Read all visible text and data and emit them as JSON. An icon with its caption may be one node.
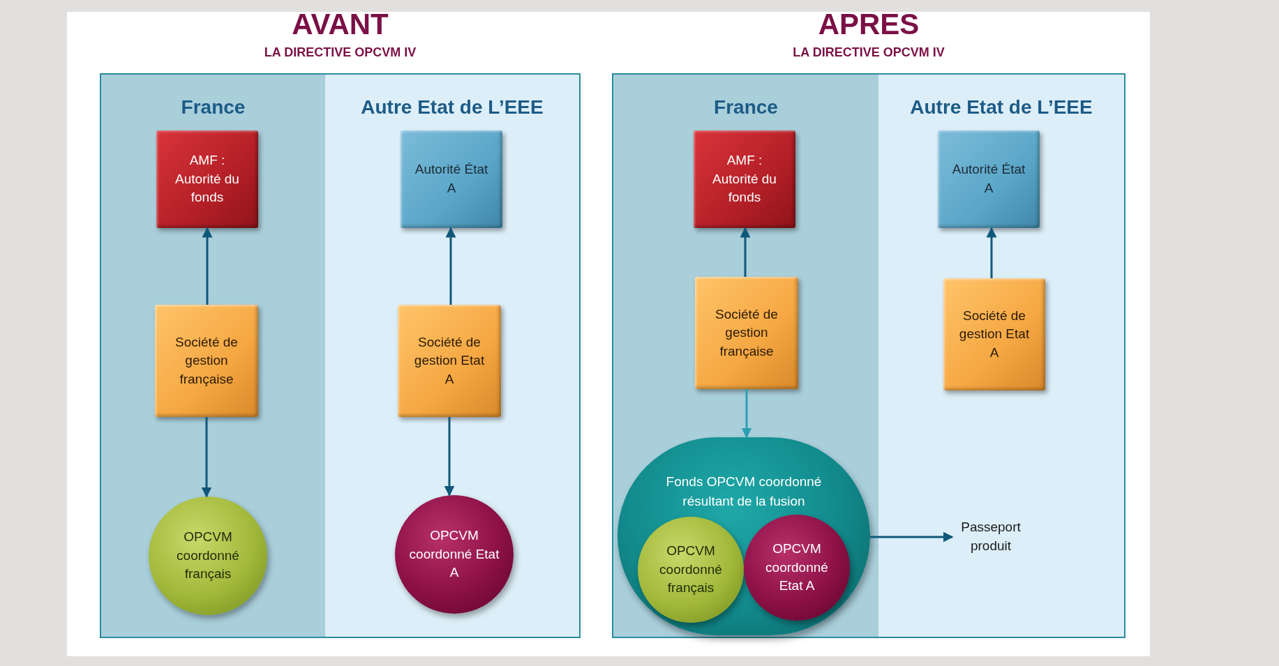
{
  "diagram": {
    "nodes": [
      {
        "text": [
          "AVANT",
          "LA DIRECTIVE OPCVM IV"
        ]
      },
      {
        "text": [
          "France"
        ],
        "in": 0
      },
      {
        "text": [
          "AMF : Autorité du fonds"
        ],
        "in": 1
      },
      {
        "text": [
          "Société de gestion française"
        ],
        "in": 1
      },
      {
        "text": [
          "OPCVM coordonné français"
        ],
        "in": 1
      },
      {
        "text": [
          "Autre Etat de L’EEE"
        ],
        "in": 0
      },
      {
        "text": [
          "Autorité État A"
        ],
        "in": 5
      },
      {
        "text": [
          "Société de gestion Etat A"
        ],
        "in": 5
      },
      {
        "text": [
          "OPCVM coordonné Etat A"
        ],
        "in": 5
      },
      {
        "text": [
          "APRES",
          "LA DIRECTIVE OPCVM IV"
        ]
      },
      {
        "text": [
          "France"
        ],
        "in": 9
      },
      {
        "text": [
          "AMF : Autorité du fonds"
        ],
        "in": 10
      },
      {
        "text": [
          "Société de gestion française"
        ],
        "in": 10
      },
      {
        "text": [
          "Fonds OPCVM coordonné résultant de la fusion"
        ],
        "in": 10
      },
      {
        "text": [
          "OPCVM coordonné français"
        ],
        "in": 13
      },
      {
        "text": [
          "OPCVM coordonné Etat A"
        ],
        "in": 13
      },
      {
        "text": [
          "Autre Etat de L’EEE"
        ],
        "in": 9
      },
      {
        "text": [
          "Autorité État A"
        ],
        "in": 16
      },
      {
        "text": [
          "Société de gestion Etat A"
        ],
        "in": 16
      },
      {
        "text": [
          "Passeport produit"
        ],
        "in": 16
      }
    ],
    "edges": [
      {
        "from": 3,
        "to": 2,
        "arrow": "to"
      },
      {
        "from": 3,
        "to": 4,
        "arrow": "to"
      },
      {
        "from": 7,
        "to": 6,
        "arrow": "to"
      },
      {
        "from": 7,
        "to": 8,
        "arrow": "to"
      },
      {
        "from": 12,
        "to": 11,
        "arrow": "to"
      },
      {
        "from": 12,
        "to": 13,
        "arrow": "to",
        "color": "#2b9fb2"
      },
      {
        "from": 18,
        "to": 17,
        "arrow": "to"
      },
      {
        "from": 13,
        "to": 19,
        "arrow": "to"
      }
    ]
  }
}
